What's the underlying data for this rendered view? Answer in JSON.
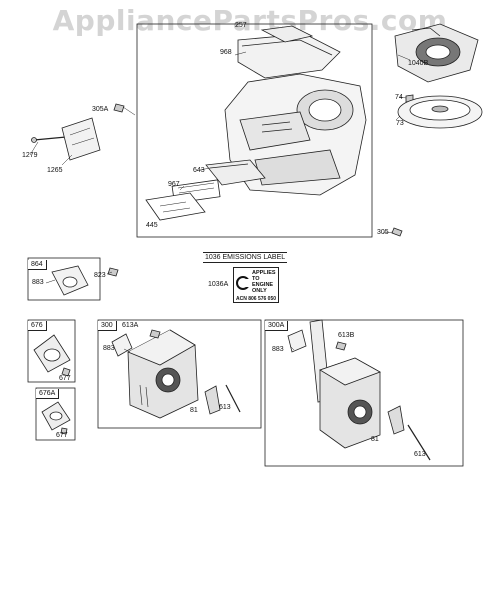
{
  "watermark": "AppliancePartsPros.com",
  "colors": {
    "line": "#222222",
    "watermark": "#d4d4d4",
    "fill_light": "#f2f2f2",
    "fill_mid": "#cccccc",
    "fill_dark": "#555555"
  },
  "labels": {
    "p257": "257",
    "p968": "968",
    "p1040B": "1040B",
    "p305A": "305A",
    "p74": "74",
    "p73": "73",
    "p1279": "1279",
    "p1265": "1265",
    "p643": "643",
    "p967": "967",
    "p445": "445",
    "p305": "305",
    "p823": "823",
    "p883a": "883",
    "p883b": "883",
    "p883c": "883",
    "p613A": "613A",
    "p613B": "613B",
    "p81a": "81",
    "p613a": "613",
    "p81b": "81",
    "p613b": "613",
    "p677a": "677",
    "p677b": "677",
    "p1036A": "1036A"
  },
  "boxes": {
    "b864": "864",
    "b676": "676",
    "b676A": "676A",
    "b300": "300",
    "b300A": "300A"
  },
  "emissions": {
    "title": "1036 EMISSIONS LABEL",
    "label_lines": [
      "APPLIES",
      "TO",
      "ENGINE",
      "ONLY"
    ],
    "code": "ACN 806 576 050"
  }
}
